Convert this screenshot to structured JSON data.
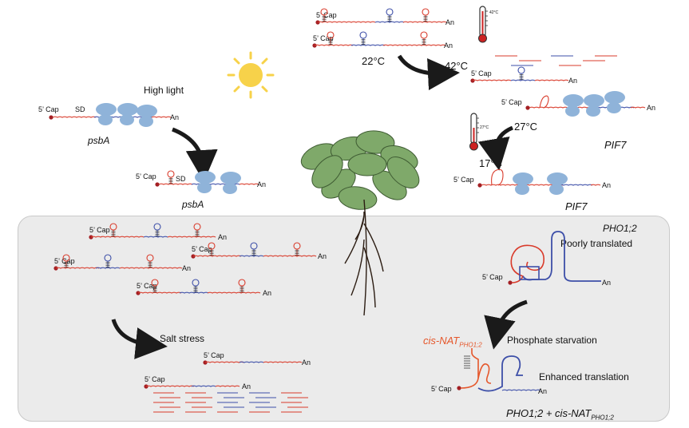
{
  "labels": {
    "cap": "5’ Cap",
    "poly_a": "An",
    "sd": "SD",
    "high_light": "High light",
    "psba": "psbA",
    "temp_22": "22°C",
    "temp_42": "42°C",
    "temp_27": "27°C",
    "temp_17": "17°C",
    "thermo_42": "42°C",
    "thermo_27": "27°C",
    "pif7": "PIF7",
    "pho12": "PHO1;2",
    "poorly_translated": "Poorly translated",
    "phosphate_starvation": "Phosphate starvation",
    "enhanced_translation": "Enhanced translation",
    "cis_nat": "cis-NAT",
    "cis_nat_sub": "PHO1;2",
    "bottom_caption_main": "PHO1;2 + cis-NAT",
    "bottom_caption_sub": "PHO1;2",
    "salt_stress": "Salt stress"
  },
  "colors": {
    "mrna_red": "#d93b2b",
    "mrna_blue": "#3d4fa8",
    "ribosome": "#8fb3d9",
    "cap_dot": "#a31f24",
    "leaf": "#7fa96a",
    "sun": "#f7d24a",
    "panel_bg": "#ebebeb"
  }
}
